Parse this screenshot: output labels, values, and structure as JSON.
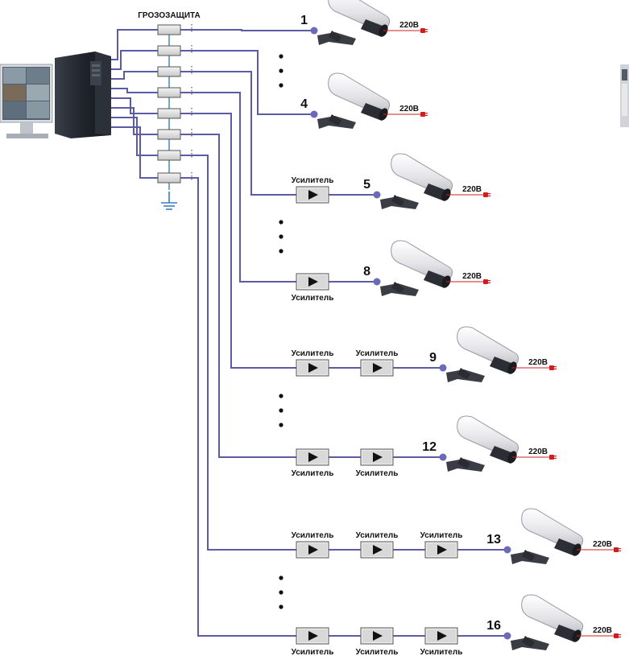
{
  "labels": {
    "surge_protection": "ГРОЗОЗАЩИТА",
    "amplifier": "Усилитель",
    "voltage": "220В"
  },
  "cameras": [
    {
      "number": "1",
      "amplifiers": 0
    },
    {
      "number": "4",
      "amplifiers": 0
    },
    {
      "number": "5",
      "amplifiers": 1
    },
    {
      "number": "8",
      "amplifiers": 1
    },
    {
      "number": "9",
      "amplifiers": 2
    },
    {
      "number": "12",
      "amplifiers": 2
    },
    {
      "number": "13",
      "amplifiers": 3
    },
    {
      "number": "16",
      "amplifiers": 3
    }
  ],
  "colors": {
    "cable": "#5b5ba6",
    "power_cable": "#cc2222",
    "node": "#6a6ab8",
    "ground": "#3a7fc0"
  }
}
